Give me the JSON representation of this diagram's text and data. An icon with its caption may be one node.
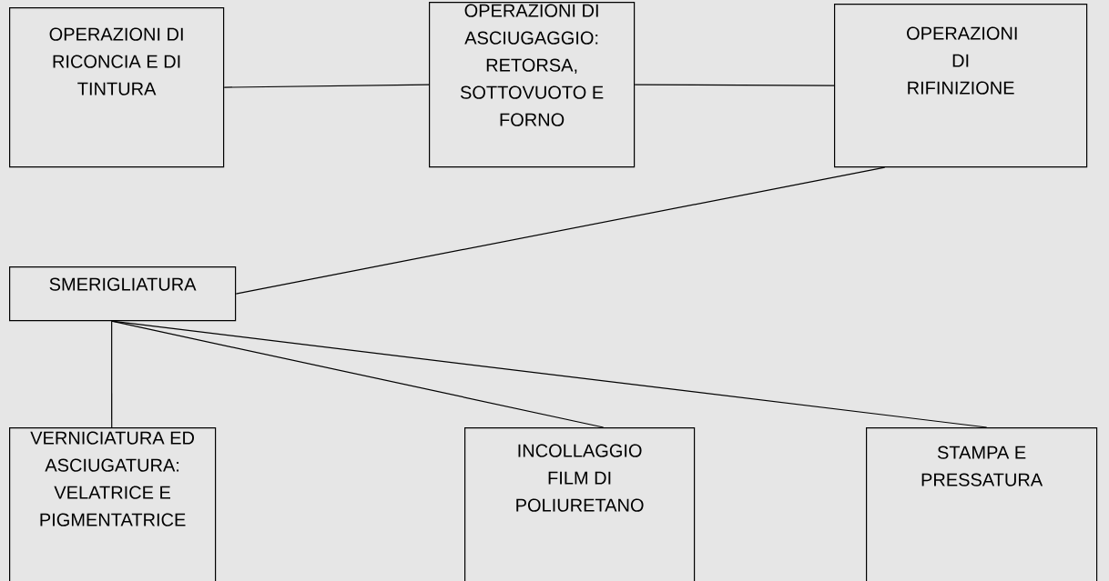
{
  "diagram": {
    "nodes": [
      {
        "text": [
          "OPERAZIONI DI RICONCIA E DI TINTURA"
        ]
      },
      {
        "text": [
          "OPERAZIONI DI ASCIUGAGGIO: RETORSA, SOTTOVUOTO E FORNO"
        ]
      },
      {
        "text": [
          "OPERAZIONI DI RIFINIZIONE"
        ]
      },
      {
        "text": [
          "SMERIGLIATURA"
        ]
      },
      {
        "text": [
          "VERNICIATURA ED ASCIUGATURA: VELATRICE E PIGMENTATRICE"
        ]
      },
      {
        "text": [
          "INCOLLAGGIO FILM DI POLIURETANO"
        ]
      },
      {
        "text": [
          "STAMPA E PRESSATURA"
        ]
      }
    ],
    "edges": [
      {
        "from": 0,
        "to": 1,
        "arrow": "none"
      },
      {
        "from": 1,
        "to": 2,
        "arrow": "none"
      },
      {
        "from": 2,
        "to": 3,
        "arrow": "none"
      },
      {
        "from": 3,
        "to": 4,
        "arrow": "none"
      },
      {
        "from": 3,
        "to": 5,
        "arrow": "none"
      },
      {
        "from": 3,
        "to": 6,
        "arrow": "none"
      }
    ]
  }
}
